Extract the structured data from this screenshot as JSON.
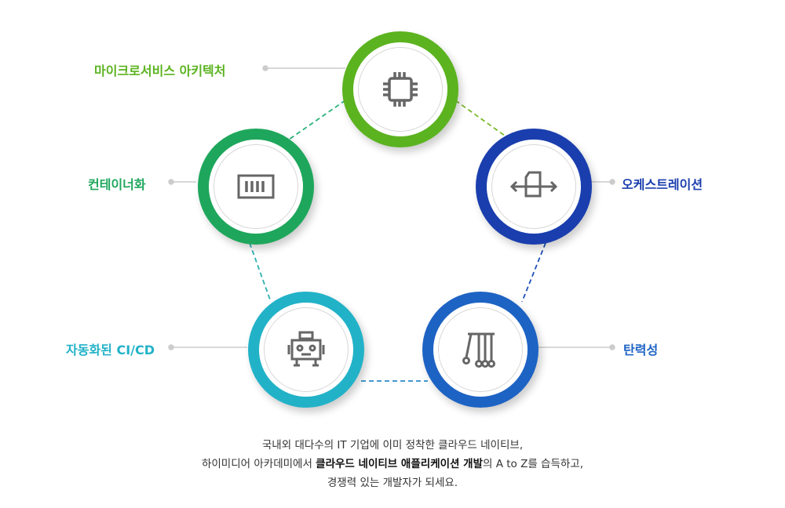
{
  "colors": {
    "microservices": "#5bb31f",
    "container": "#1ea75c",
    "cicd": "#22b2c8",
    "resilience": "#1d63c4",
    "orchestration": "#1a3eae"
  },
  "nodes": {
    "microservices": {
      "label": "마이크로서비스 아키텍처",
      "icon": "cpu-chip-icon"
    },
    "container": {
      "label": "컨테이너화",
      "icon": "container-icon"
    },
    "orchestration": {
      "label": "오케스트레이션",
      "icon": "orchestration-icon"
    },
    "cicd": {
      "label": "자동화된 CI/CD",
      "icon": "robot-icon"
    },
    "resilience": {
      "label": "탄력성",
      "icon": "pendulum-icon"
    }
  },
  "description": {
    "line1": "국내외 대다수의 IT 기업에 이미 정착한 클라우드 네이티브,",
    "line2_pre": "하이미디어 아카데미에서 ",
    "line2_bold": "클라우드 네이티브 애플리케이션 개발",
    "line2_post": "의 A to Z를 습득하고,",
    "line3": "경쟁력 있는 개발자가 되세요."
  }
}
